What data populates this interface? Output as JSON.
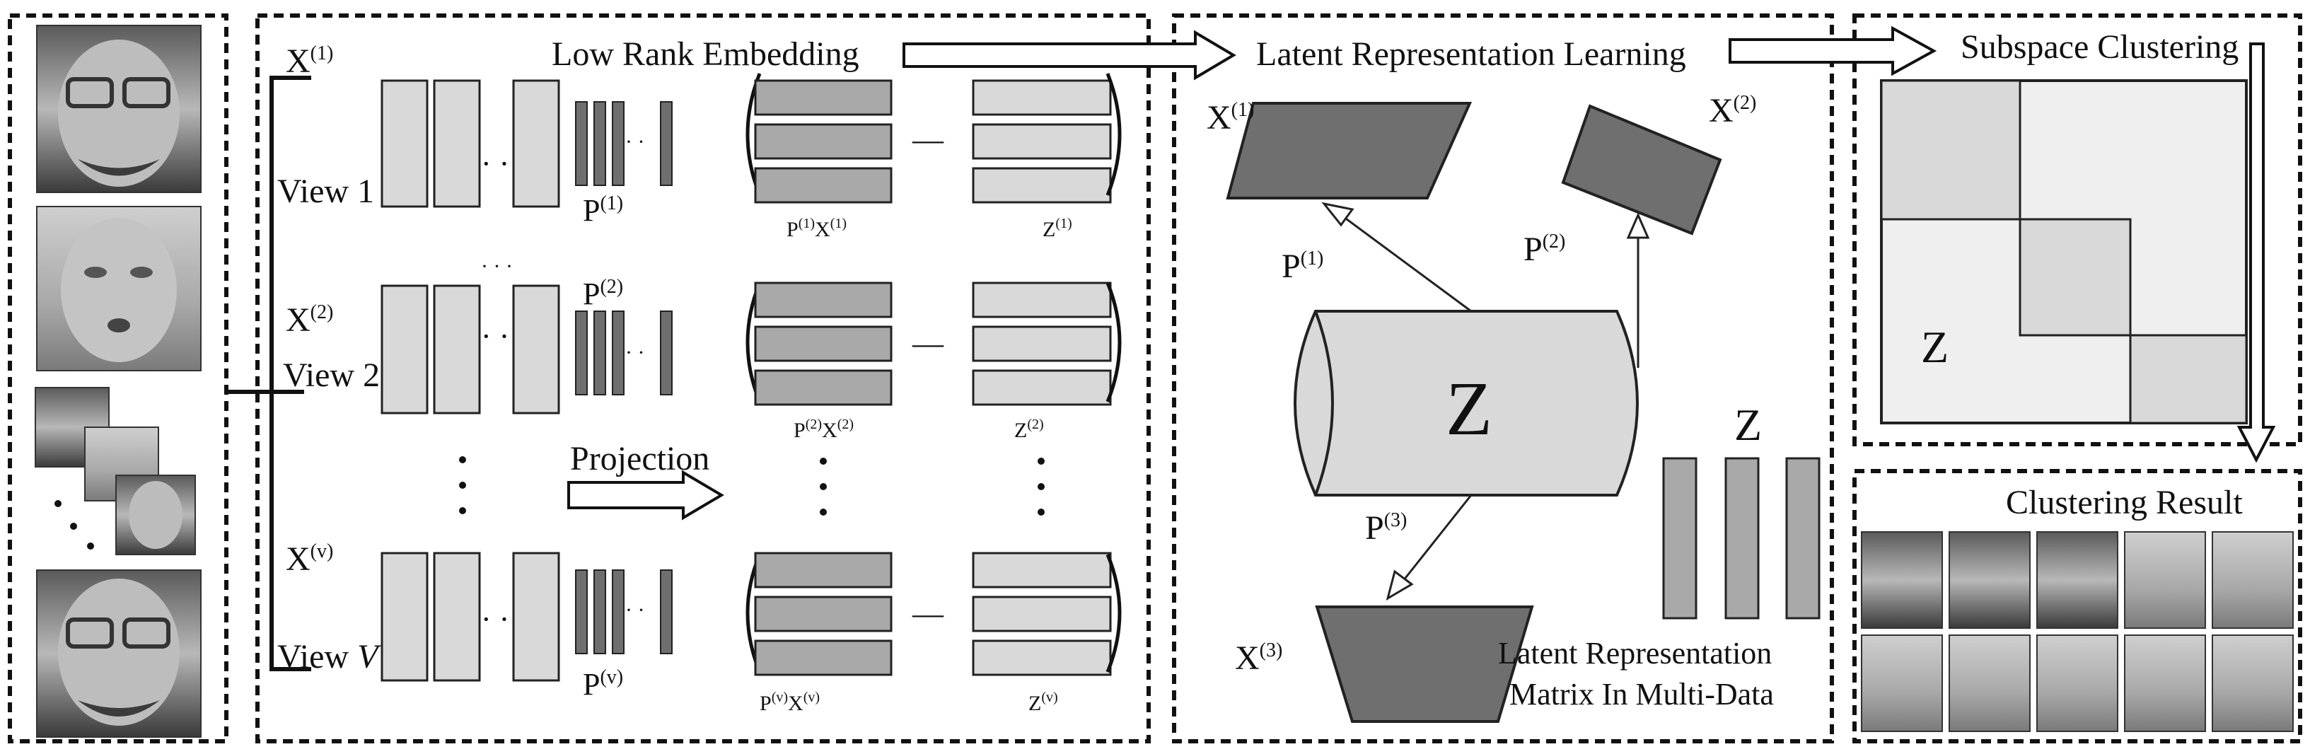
{
  "panels": {
    "embedding_title": "Low Rank Embedding",
    "latent_title": "Latent Representation Learning",
    "subspace_title": "Subspace Clustering",
    "result_title": "Clustering Result"
  },
  "views": {
    "view1": {
      "x": "X",
      "x_sup": "(1)",
      "label": "View 1",
      "p": "P",
      "p_sup": "(1)",
      "px": "P",
      "px_sup1": "(1)",
      "px_x": "X",
      "px_sup2": "(1)",
      "z": "Z",
      "z_sup": "(1)"
    },
    "view2": {
      "x": "X",
      "x_sup": "(2)",
      "label": "View 2",
      "p": "P",
      "p_sup": "(2)",
      "px": "P",
      "px_sup1": "(2)",
      "px_x": "X",
      "px_sup2": "(2)",
      "z": "Z",
      "z_sup": "(2)"
    },
    "viewv": {
      "x": "X",
      "x_sup": "(v)",
      "label": "View ",
      "label_italic": "V",
      "p": "P",
      "p_sup": "(v)",
      "px": "P",
      "px_sup1": "(v)",
      "px_x": "X",
      "px_sup2": "(v)",
      "z": "Z",
      "z_sup": "(v)"
    },
    "dots": "· · ·",
    "minus": "—"
  },
  "projection_label": "Projection",
  "latent": {
    "x1": "X",
    "x1_sup": "(1)",
    "x2": "X",
    "x2_sup": "(2)",
    "x3": "X",
    "x3_sup": "(3)",
    "p1": "P",
    "p1_sup": "(1)",
    "p2": "P",
    "p2_sup": "(2)",
    "p3": "P",
    "p3_sup": "(3)",
    "z_cylinder": "Z",
    "z_matrix": "Z",
    "caption_line1": "Latent Representation",
    "caption_line2": "Matrix In Multi-Data"
  },
  "subspace": {
    "z_label": "Z"
  },
  "colors": {
    "dark_block": "#6f6f6f",
    "mid_block": "#a9a9a9",
    "light_block": "#d9d9d9",
    "stroke": "#222222"
  },
  "icons": [
    "face-photo",
    "hollow-arrow",
    "cylinder",
    "parallelogram",
    "trapezoid"
  ]
}
